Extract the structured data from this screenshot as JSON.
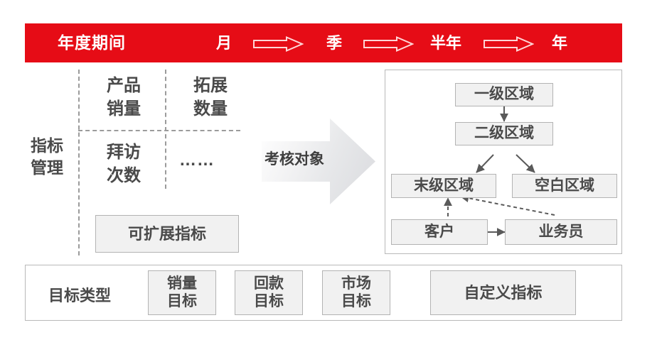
{
  "banner": {
    "title": "年度期间",
    "steps": [
      "月",
      "季",
      "半年",
      "年"
    ],
    "arrow_icon": "right-arrow-outline-icon",
    "color": "#e60c16",
    "text_color": "#ffffff"
  },
  "metrics": {
    "section_label": "指标\n管理",
    "cells": [
      {
        "id": "product-sales",
        "text": "产品\n销量"
      },
      {
        "id": "expansion-count",
        "text": "拓展\n数量"
      },
      {
        "id": "visit-count",
        "text": "拜访\n次数"
      },
      {
        "id": "ellipsis",
        "text": "……"
      }
    ],
    "extensible_box": "可扩展指标"
  },
  "flow": {
    "arrow_label": "考核对象",
    "arrow_icon": "big-right-arrow-icon"
  },
  "hierarchy": {
    "nodes": [
      {
        "id": "level-1-region",
        "label": "一级区域"
      },
      {
        "id": "level-2-region",
        "label": "二级区域"
      },
      {
        "id": "last-level-region",
        "label": "末级区域"
      },
      {
        "id": "blank-region",
        "label": "空白区域"
      },
      {
        "id": "customer",
        "label": "客户"
      },
      {
        "id": "salesperson",
        "label": "业务员"
      }
    ],
    "edges": [
      {
        "from": "level-1-region",
        "to": "level-2-region",
        "style": "solid"
      },
      {
        "from": "level-2-region",
        "to": "last-level-region",
        "style": "solid"
      },
      {
        "from": "level-2-region",
        "to": "blank-region",
        "style": "solid"
      },
      {
        "from": "customer",
        "to": "last-level-region",
        "style": "dashed"
      },
      {
        "from": "salesperson",
        "to": "last-level-region",
        "style": "dashed"
      },
      {
        "from": "customer",
        "to": "salesperson",
        "style": "solid"
      }
    ]
  },
  "goals": {
    "label": "目标类型",
    "types": [
      {
        "id": "sales-goal",
        "text": "销量\n目标"
      },
      {
        "id": "payment-goal",
        "text": "回款\n目标"
      },
      {
        "id": "market-goal",
        "text": "市场\n目标"
      }
    ],
    "custom": "自定义指标"
  },
  "style": {
    "box_fill": "#f1f1f1",
    "box_border": "#b3b3b3",
    "dash_color": "#9b9b9b",
    "text_color": "#4a4a4a"
  }
}
